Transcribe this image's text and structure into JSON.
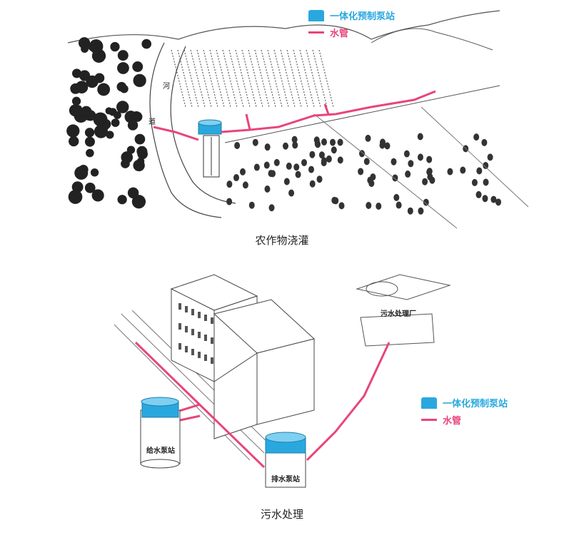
{
  "colors": {
    "pump": "#29a8df",
    "pipe": "#e8457a",
    "sketch": "#333333"
  },
  "panel1": {
    "legend": {
      "pump_label": "一体化预制泵站",
      "pipe_label": "水管"
    },
    "river_char_1": "河",
    "river_char_2": "道",
    "caption": "农作物浇灌"
  },
  "panel2": {
    "legend": {
      "pump_label": "一体化预制泵站",
      "pipe_label": "水管"
    },
    "treatment_plant_label": "污水处理厂",
    "supply_station_label": "给水泵站",
    "drain_station_label": "排水泵站",
    "caption": "污水处理"
  }
}
